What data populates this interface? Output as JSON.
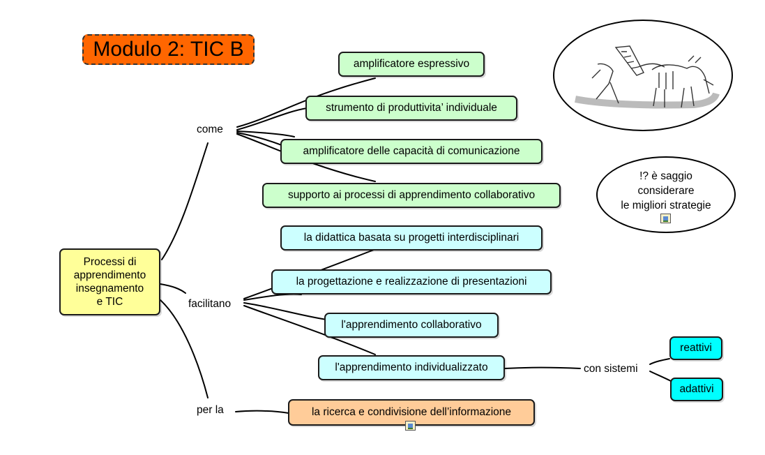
{
  "title": "Modulo 2: TIC B",
  "central_node": [
    "Processi di",
    "apprendimento",
    "insegnamento",
    "e TIC"
  ],
  "connectors": {
    "come": "come",
    "facilitano": "facilitano",
    "per_la": "per la",
    "con_sistemi": "con sistemi"
  },
  "come_items": [
    "amplificatore espressivo",
    "strumento di produttivita’ individuale",
    "amplificatore delle capacità di comunicazione",
    "supporto ai processi di apprendimento collaborativo"
  ],
  "facilitano_items": [
    "la didattica basata su progetti interdisciplinari",
    "la progettazione e realizzazione di presentazioni",
    "l'apprendimento collaborativo",
    "l'apprendimento individualizzato"
  ],
  "sistemi_items": [
    "reattivi",
    "adattivi"
  ],
  "per_la_item": "la ricerca e condivisione dell’informazione",
  "note": [
    "!? è saggio",
    "considerare",
    "le migliori strategie"
  ],
  "icons": {
    "note_attachment": "image-attachment-icon",
    "per_la_attachment": "image-attachment-icon",
    "illustration": "donkey-cart-illustration"
  },
  "colors": {
    "title_bg": "#ff6600",
    "come_bg": "#ccffcc",
    "facilitano_bg": "#ccffff",
    "sistemi_bg": "#00ffff",
    "per_la_bg": "#ffcc99",
    "central_bg": "#ffff99"
  }
}
